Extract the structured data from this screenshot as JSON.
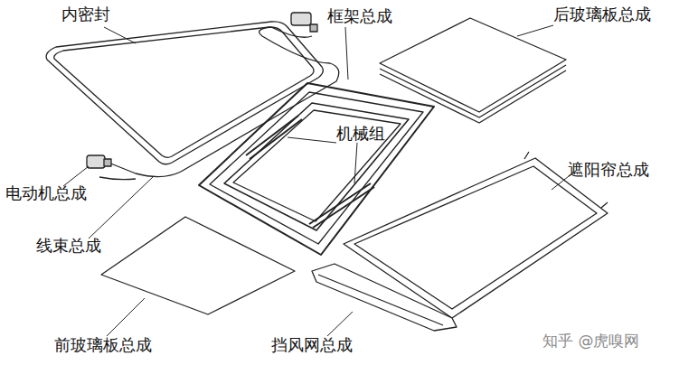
{
  "diagram": {
    "labels": [
      "内密封",
      "框架总成",
      "后玻璃板总成",
      "机械组",
      "遮阳帘总成",
      "电动机总成",
      "线束总成",
      "前玻璃板总成",
      "挡风网总成",
      "知乎 @虎嗅网"
    ]
  }
}
